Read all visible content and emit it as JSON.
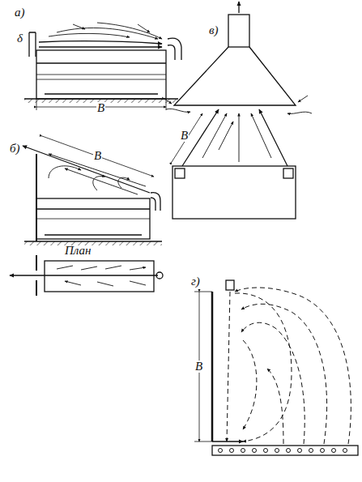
{
  "diagram": {
    "labels": [
      "а)",
      "δ",
      "В",
      "б)",
      "В",
      "План",
      "в)",
      "В",
      "г)",
      "В"
    ]
  }
}
